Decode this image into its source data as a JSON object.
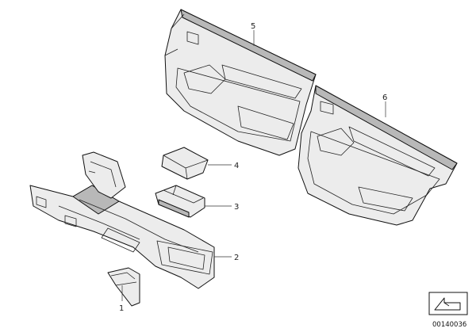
{
  "diagram": {
    "callouts": [
      {
        "id": "1",
        "label": "1"
      },
      {
        "id": "2",
        "label": "2"
      },
      {
        "id": "3",
        "label": "3"
      },
      {
        "id": "4",
        "label": "4"
      },
      {
        "id": "5",
        "label": "5"
      },
      {
        "id": "6",
        "label": "6"
      }
    ],
    "reference_number": "00140036",
    "icon": "arrow-box-icon"
  }
}
